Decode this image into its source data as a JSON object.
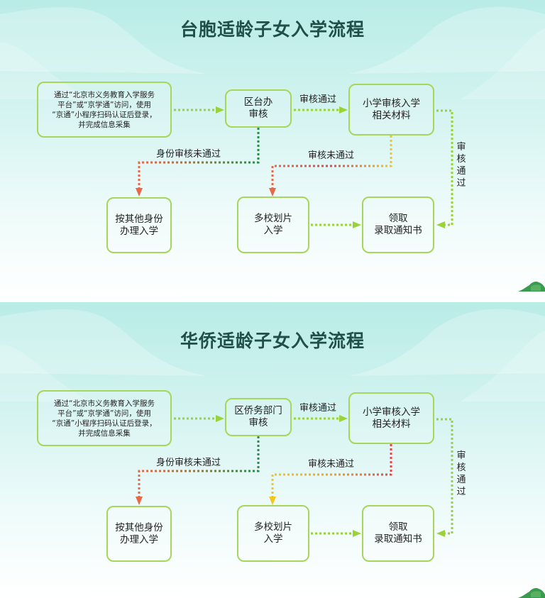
{
  "colors": {
    "box_border": "#a6d65a",
    "arrow_green": "#9ad23a",
    "dark_green": "#2a8a4a",
    "red": "#e8444a",
    "orange_red": "#e8684a",
    "yellow": "#f5c518",
    "title": "#1f4f48"
  },
  "panels": [
    {
      "title": "台胞适龄子女入学流程",
      "info_box": "通过“北京市义务教育入学服务\n平台”或“京学通”访问，使用\n“京通”小程序扫码认证后登录，\n并完成信息采集",
      "review_office": "区台办\n审核",
      "school_review": "小学审核入学\n相关材料",
      "other_identity": "按其他身份\n办理入学",
      "multi_school": "多校划片\n入学",
      "receive_notice": "领取\n录取通知书",
      "label_approved": "审核通过",
      "label_identity_failed": "身份审核未通过",
      "label_failed": "审核未通过",
      "label_approved_vertical": "审\n核\n通\n过"
    },
    {
      "title": "华侨适龄子女入学流程",
      "info_box": "通过“北京市义务教育入学服务\n平台”或“京学通”访问，使用\n“京通”小程序扫码认证后登录，\n并完成信息采集",
      "review_office": "区侨务部门\n审核",
      "school_review": "小学审核入学\n相关材料",
      "other_identity": "按其他身份\n办理入学",
      "multi_school": "多校划片\n入学",
      "receive_notice": "领取\n录取通知书",
      "label_approved": "审核通过",
      "label_identity_failed": "身份审核未通过",
      "label_failed": "审核未通过",
      "label_approved_vertical": "审\n核\n通\n过"
    }
  ]
}
